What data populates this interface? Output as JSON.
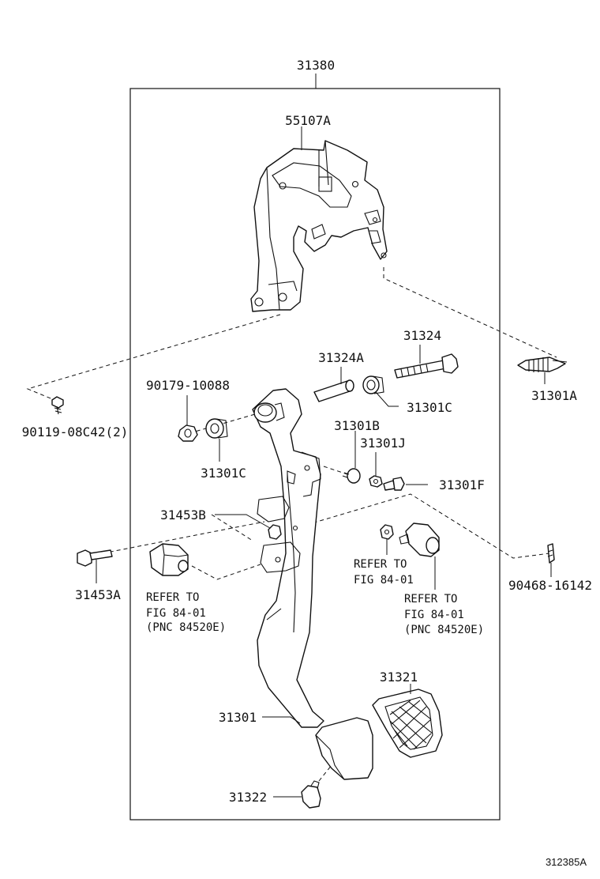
{
  "assembly_number": "31380",
  "figure_code": "312385A",
  "parts": {
    "bracket": "55107A",
    "bolt": "31324",
    "collar": "31324A",
    "bushing_right": "31301C",
    "bushing_left": "31301C",
    "clip_end": "31301A",
    "nut_top": "90179-10088",
    "screw_left": "90119-08C42(2)",
    "stopper_b": "31301B",
    "stopper_j": "31301J",
    "stopper_f": "31301F",
    "cushion_b": "31453B",
    "cushion_a": "31453A",
    "clip_right": "90468-16142",
    "pad": "31321",
    "lever": "31301",
    "stopper_bottom": "31322"
  },
  "references": {
    "left": {
      "line1": "REFER TO",
      "line2": "FIG 84-01",
      "line3": "(PNC 84520E)"
    },
    "middle": {
      "line1": "REFER TO",
      "line2": "FIG 84-01"
    },
    "right": {
      "line1": "REFER TO",
      "line2": "FIG 84-01",
      "line3": "(PNC 84520E)"
    }
  }
}
